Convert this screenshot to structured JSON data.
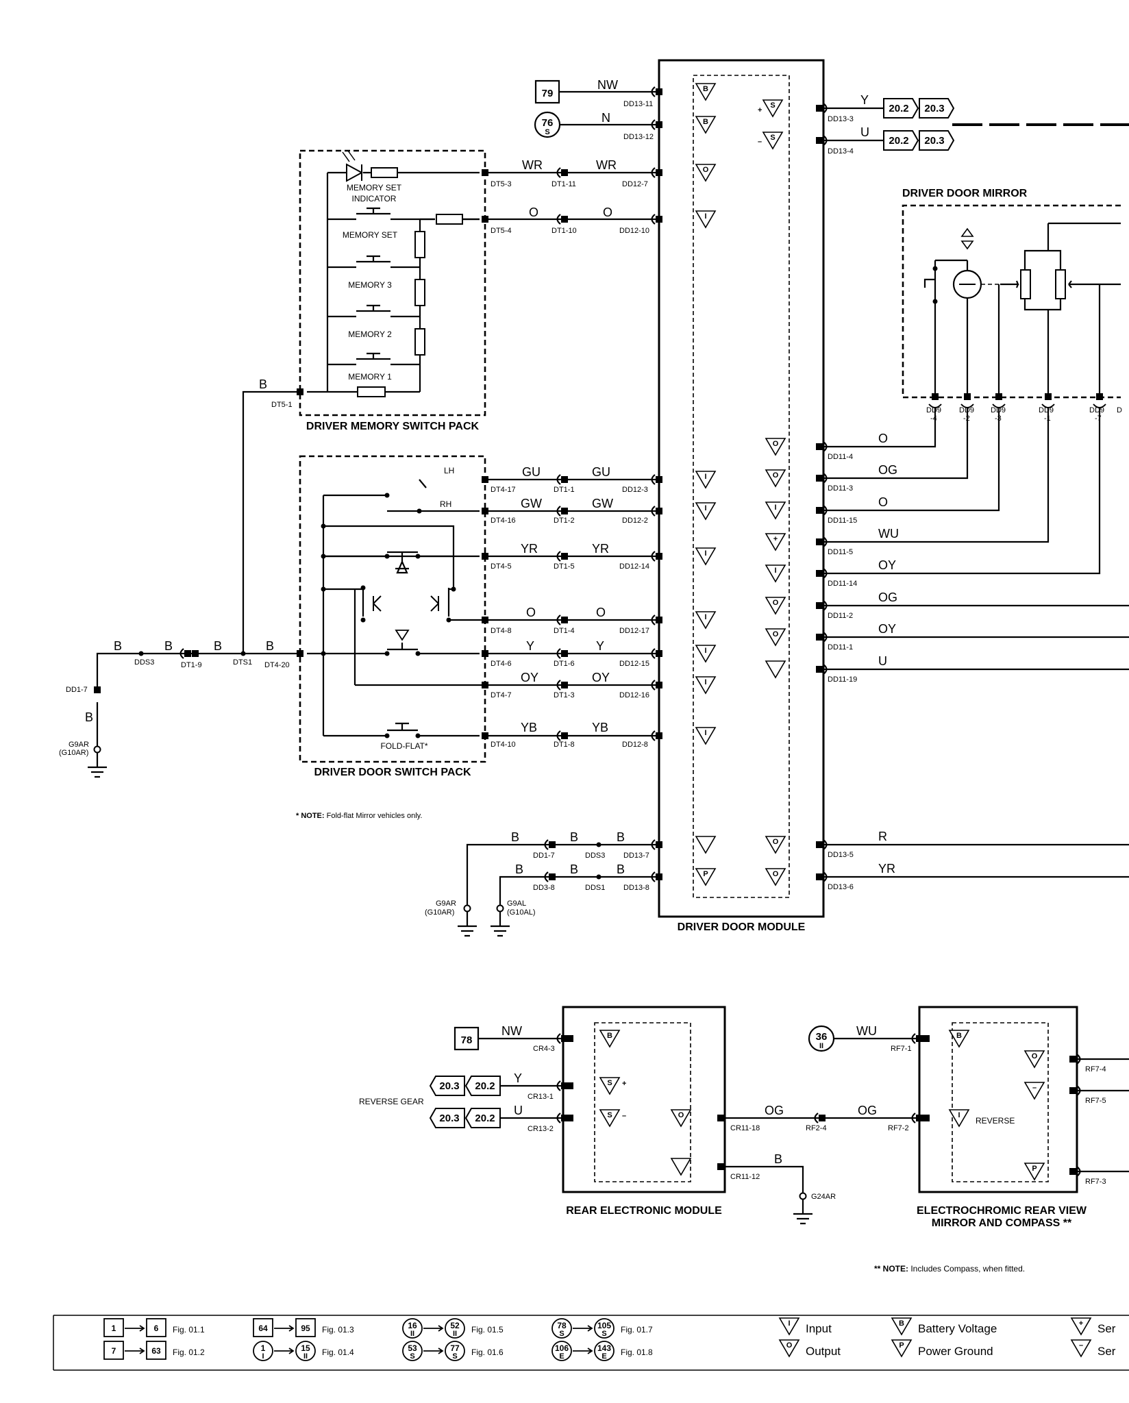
{
  "colors": {
    "ink": "#000000",
    "background": "#ffffff"
  },
  "references": {
    "ref79": "79",
    "ref76": "76",
    "ref76_sub": "S",
    "ref78": "78",
    "ref36": "36",
    "ref36_sub": "II",
    "ref20_2": "20.2",
    "ref20_3": "20.3"
  },
  "wires": {
    "nw": "NW",
    "n": "N",
    "y": "Y",
    "u": "U",
    "wr": "WR",
    "o": "O",
    "b": "B",
    "gu": "GU",
    "gw": "GW",
    "yr": "YR",
    "oy": "OY",
    "yb": "YB",
    "og": "OG",
    "wu": "WU",
    "r": "R"
  },
  "pins": {
    "dd13_11": "DD13-11",
    "dd13_12": "DD13-12",
    "dd13_3": "DD13-3",
    "dd13_4": "DD13-4",
    "dt5_3": "DT5-3",
    "dt5_4": "DT5-4",
    "dt5_1": "DT5-1",
    "dt1_11": "DT1-11",
    "dt1_10": "DT1-10",
    "dd12_7": "DD12-7",
    "dd12_10": "DD12-10",
    "dt4_17": "DT4-17",
    "dt4_16": "DT4-16",
    "dt4_5": "DT4-5",
    "dt4_8": "DT4-8",
    "dt4_6": "DT4-6",
    "dt4_7": "DT4-7",
    "dt4_10": "DT4-10",
    "dt4_20": "DT4-20",
    "dt1_1": "DT1-1",
    "dt1_2": "DT1-2",
    "dt1_5": "DT1-5",
    "dt1_4": "DT1-4",
    "dt1_6": "DT1-6",
    "dt1_3": "DT1-3",
    "dt1_8": "DT1-8",
    "dt1_9": "DT1-9",
    "dd12_3": "DD12-3",
    "dd12_2": "DD12-2",
    "dd12_14": "DD12-14",
    "dd12_17": "DD12-17",
    "dd12_15": "DD12-15",
    "dd12_16": "DD12-16",
    "dd12_8": "DD12-8",
    "dds3": "DDS3",
    "dts1": "DTS1",
    "dd1_7": "DD1-7",
    "dd11_4": "DD11-4",
    "dd11_3": "DD11-3",
    "dd11_15": "DD11-15",
    "dd11_5": "DD11-5",
    "dd11_14": "DD11-14",
    "dd11_2": "DD11-2",
    "dd11_1": "DD11-1",
    "dd11_19": "DD11-19",
    "dd9": "DD9",
    "dd9_4": "-4",
    "dd9_2": "-2",
    "dd9_3": "-3",
    "dd9_1": "-1",
    "dd9_7": "-7",
    "dd13_7": "DD13-7",
    "dd13_8": "DD13-8",
    "dd13_5": "DD13-5",
    "dd13_6": "DD13-6",
    "dd3_8": "DD3-8",
    "dds1": "DDS1",
    "cr4_3": "CR4-3",
    "cr13_1": "CR13-1",
    "cr13_2": "CR13-2",
    "cr11_18": "CR11-18",
    "cr11_12": "CR11-12",
    "rf2_4": "RF2-4",
    "rf7_1": "RF7-1",
    "rf7_2": "RF7-2",
    "rf7_4": "RF7-4",
    "rf7_5": "RF7-5",
    "rf7_3": "RF7-3"
  },
  "grounds": {
    "g9ar": "G9AR",
    "g10ar": "(G10AR)",
    "g9al": "G9AL",
    "g10al": "(G10AL)",
    "g24ar": "G24AR"
  },
  "components": {
    "memory_set_indicator_1": "MEMORY SET",
    "memory_set_indicator_2": "INDICATOR",
    "memory_set": "MEMORY SET",
    "memory_3": "MEMORY 3",
    "memory_2": "MEMORY 2",
    "memory_1": "MEMORY 1",
    "driver_memory_switch_pack": "DRIVER MEMORY SWITCH PACK",
    "lh": "LH",
    "rh": "RH",
    "fold_flat": "FOLD-FLAT*",
    "driver_door_switch_pack": "DRIVER DOOR SWITCH PACK",
    "driver_door_mirror": "DRIVER DOOR MIRROR",
    "driver_door_module": "DRIVER DOOR MODULE",
    "reverse_gear": "REVERSE GEAR",
    "reverse": "REVERSE",
    "rear_electronic_module": "REAR ELECTRONIC MODULE",
    "ecm_line1": "ELECTROCHROMIC REAR VIEW",
    "ecm_line2": "MIRROR AND COMPASS **"
  },
  "notes": {
    "note1_bold": "* NOTE:",
    "note1_text": " Fold-flat Mirror vehicles only.",
    "note2_bold": "** NOTE:",
    "note2_text": " Includes Compass, when fitted."
  },
  "legend": {
    "fig_refs": [
      {
        "from": "1",
        "to": "6",
        "fig": "Fig. 01.1"
      },
      {
        "from": "7",
        "to": "63",
        "fig": "Fig. 01.2"
      },
      {
        "from": "64",
        "to": "95",
        "fig": "Fig. 01.3"
      },
      {
        "from": "1",
        "from_sub": "I",
        "to": "15",
        "to_sub": "II",
        "fig": "Fig. 01.4"
      },
      {
        "from": "16",
        "from_sub": "II",
        "to": "52",
        "to_sub": "II",
        "fig": "Fig. 01.5"
      },
      {
        "from": "53",
        "from_sub": "S",
        "to": "77",
        "to_sub": "S",
        "fig": "Fig. 01.6"
      },
      {
        "from": "78",
        "from_sub": "S",
        "to": "105",
        "to_sub": "S",
        "fig": "Fig. 01.7"
      },
      {
        "from": "106",
        "from_sub": "E",
        "to": "143",
        "to_sub": "E",
        "fig": "Fig. 01.8"
      }
    ],
    "input": "Input",
    "output": "Output",
    "battery_voltage": "Battery Voltage",
    "power_ground": "Power Ground",
    "sen1": "Ser",
    "sen2": "Ser"
  },
  "symbols": {
    "input": "I",
    "output": "O",
    "battery": "B",
    "power": "P",
    "plus": "+",
    "minus": "–",
    "sensor": "S"
  }
}
